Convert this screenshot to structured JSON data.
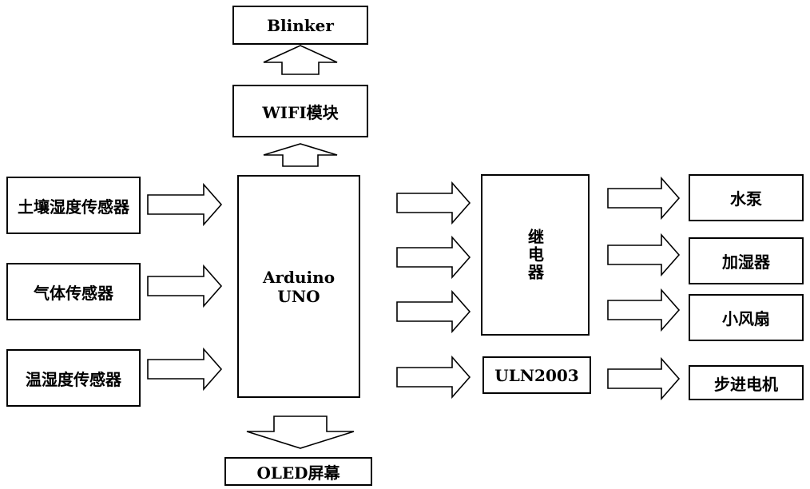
{
  "blocks": {
    "blinker": "Blinker",
    "wifi": "WIFI模块",
    "mcu": "Arduino UNO",
    "oled": "OLED屏幕",
    "soil_sensor": "土壤湿度传感器",
    "gas_sensor": "气体传感器",
    "temp_humidity_sensor": "温湿度传感器",
    "relay": "继电器",
    "driver": "ULN2003",
    "pump": "水泵",
    "humidifier": "加湿器",
    "fan": "小风扇",
    "stepper": "步进电机"
  }
}
